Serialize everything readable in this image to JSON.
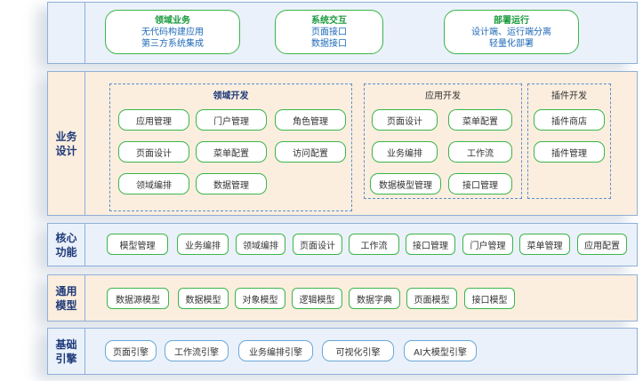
{
  "top": {
    "cards": [
      {
        "title": "领域业务",
        "lines": [
          "无代码构建应用",
          "第三方系统集成"
        ]
      },
      {
        "title": "系统交互",
        "lines": [
          "页面接口",
          "数据接口"
        ]
      },
      {
        "title": "部署运行",
        "lines": [
          "设计端、运行端分离",
          "轻量化部署"
        ]
      }
    ]
  },
  "business": {
    "label": "业务\n设计",
    "domain_dev": {
      "title": "领域开发",
      "items": [
        "应用管理",
        "门户管理",
        "角色管理",
        "页面设计",
        "菜单配置",
        "访问配置",
        "领域编排",
        "数据管理"
      ]
    },
    "app_dev": {
      "title": "应用开发",
      "items": [
        "页面设计",
        "菜单配置",
        "业务编排",
        "工作流",
        "数据模型管理",
        "接口管理"
      ]
    },
    "plugin_dev": {
      "title": "插件开发",
      "items": [
        "插件商店",
        "插件管理"
      ]
    }
  },
  "core": {
    "label": "核心\n功能",
    "items": [
      "模型管理",
      "业务编排",
      "领域编排",
      "页面设计",
      "工作流",
      "接口管理",
      "门户管理",
      "菜单管理",
      "应用配置"
    ]
  },
  "model": {
    "label": "通用\n模型",
    "items": [
      "数据源模型",
      "数据模型",
      "对象模型",
      "逻辑模型",
      "数据字典",
      "页面模型",
      "接口模型"
    ]
  },
  "engine": {
    "label": "基础\n引擎",
    "items": [
      "页面引擎",
      "工作流引擎",
      "业务编排引擎",
      "可视化引擎",
      "AI大模型引擎"
    ]
  },
  "colors": {
    "top_bg": "#eaf1fa",
    "business_bg": "#fbeede",
    "core_bg": "#eaf1fa",
    "model_bg": "#fbeede",
    "engine_bg": "#eaf1fa",
    "pill_border": "#3bb54a"
  }
}
